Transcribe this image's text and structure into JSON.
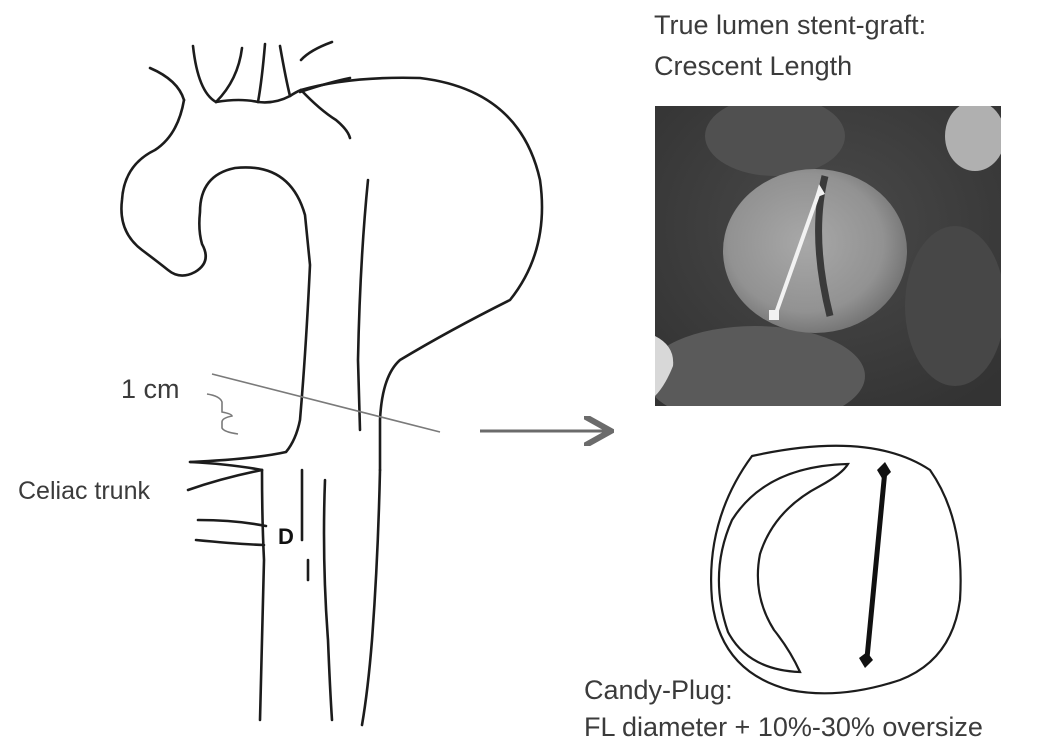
{
  "labels": {
    "measure_1cm": "1 cm",
    "celiac_trunk": "Celiac trunk",
    "diameter_marker": "D",
    "true_lumen_title": "True lumen stent-graft:",
    "true_lumen_subtitle": "Crescent Length",
    "candy_plug_title": "Candy-Plug:",
    "candy_plug_subtitle": "FL diameter + 10%-30% oversize"
  },
  "colors": {
    "line": "#1c1c1c",
    "text": "#3b3b3b",
    "arrow": "#6b6b6b",
    "ct_background": "#3f3f3f",
    "ct_lumen": "#9a9a9a",
    "measure_white": "#f2f2f2",
    "measure_black": "#111111"
  },
  "icons": {
    "arrow": "right-arrow-icon",
    "ct_image": "ct-scan-crescent-image",
    "schematic": "aortic-dissection-schematic"
  }
}
